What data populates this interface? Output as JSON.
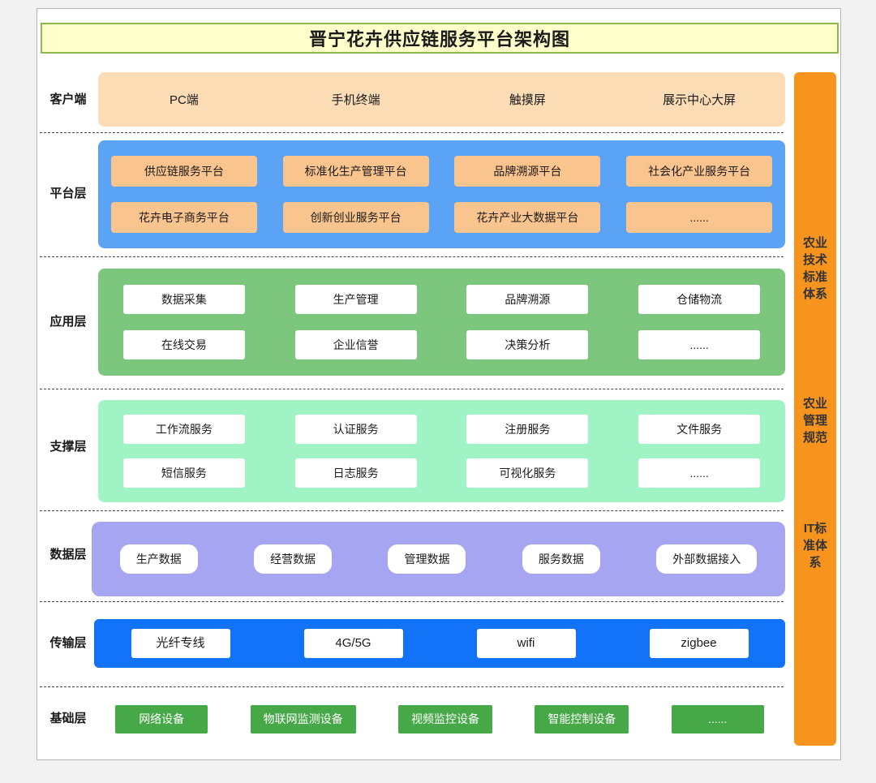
{
  "title": "晋宁花卉供应链服务平台架构图",
  "layers": {
    "client": {
      "label": "客户端",
      "items": [
        "PC端",
        "手机终端",
        "触摸屏",
        "展示中心大屏"
      ]
    },
    "platform": {
      "label": "平台层",
      "row1": [
        "供应链服务平台",
        "标准化生产管理平台",
        "品牌溯源平台",
        "社会化产业服务平台"
      ],
      "row2": [
        "花卉电子商务平台",
        "创新创业服务平台",
        "花卉产业大数据平台",
        "......"
      ]
    },
    "application": {
      "label": "应用层",
      "row1": [
        "数据采集",
        "生产管理",
        "品牌溯源",
        "仓储物流"
      ],
      "row2": [
        "在线交易",
        "企业信誉",
        "决策分析",
        "......"
      ]
    },
    "support": {
      "label": "支撑层",
      "row1": [
        "工作流服务",
        "认证服务",
        "注册服务",
        "文件服务"
      ],
      "row2": [
        "短信服务",
        "日志服务",
        "可视化服务",
        "......"
      ]
    },
    "data": {
      "label": "数据层",
      "items": [
        "生产数据",
        "经营数据",
        "管理数据",
        "服务数据",
        "外部数据接入"
      ]
    },
    "transport": {
      "label": "传输层",
      "items": [
        "光纤专线",
        "4G/5G",
        "wifi",
        "zigbee"
      ]
    },
    "infrastructure": {
      "label": "基础层",
      "items": [
        "网络设备",
        "物联网监测设备",
        "视频监控设备",
        "智能控制设备",
        "......"
      ]
    }
  },
  "sidebar": {
    "groups": [
      {
        "lines": [
          "农业",
          "技术",
          "标准",
          "体系"
        ]
      },
      {
        "lines": [
          "农业",
          "管理",
          "规范"
        ]
      },
      {
        "lines": [
          "IT标",
          "准体",
          "系"
        ]
      }
    ]
  },
  "colors": {
    "title_bg": "#ffffcc",
    "title_border": "#8cb94a",
    "client_band": "#fbdcb4",
    "platform_band": "#5ba3f5",
    "platform_box": "#f9c48e",
    "application_band": "#7cc67e",
    "support_band": "#9ff3c4",
    "data_band": "#a5a5f2",
    "transport_band": "#1273f8",
    "infrastructure_box": "#46a846",
    "sidebar_bar": "#f7941e"
  }
}
